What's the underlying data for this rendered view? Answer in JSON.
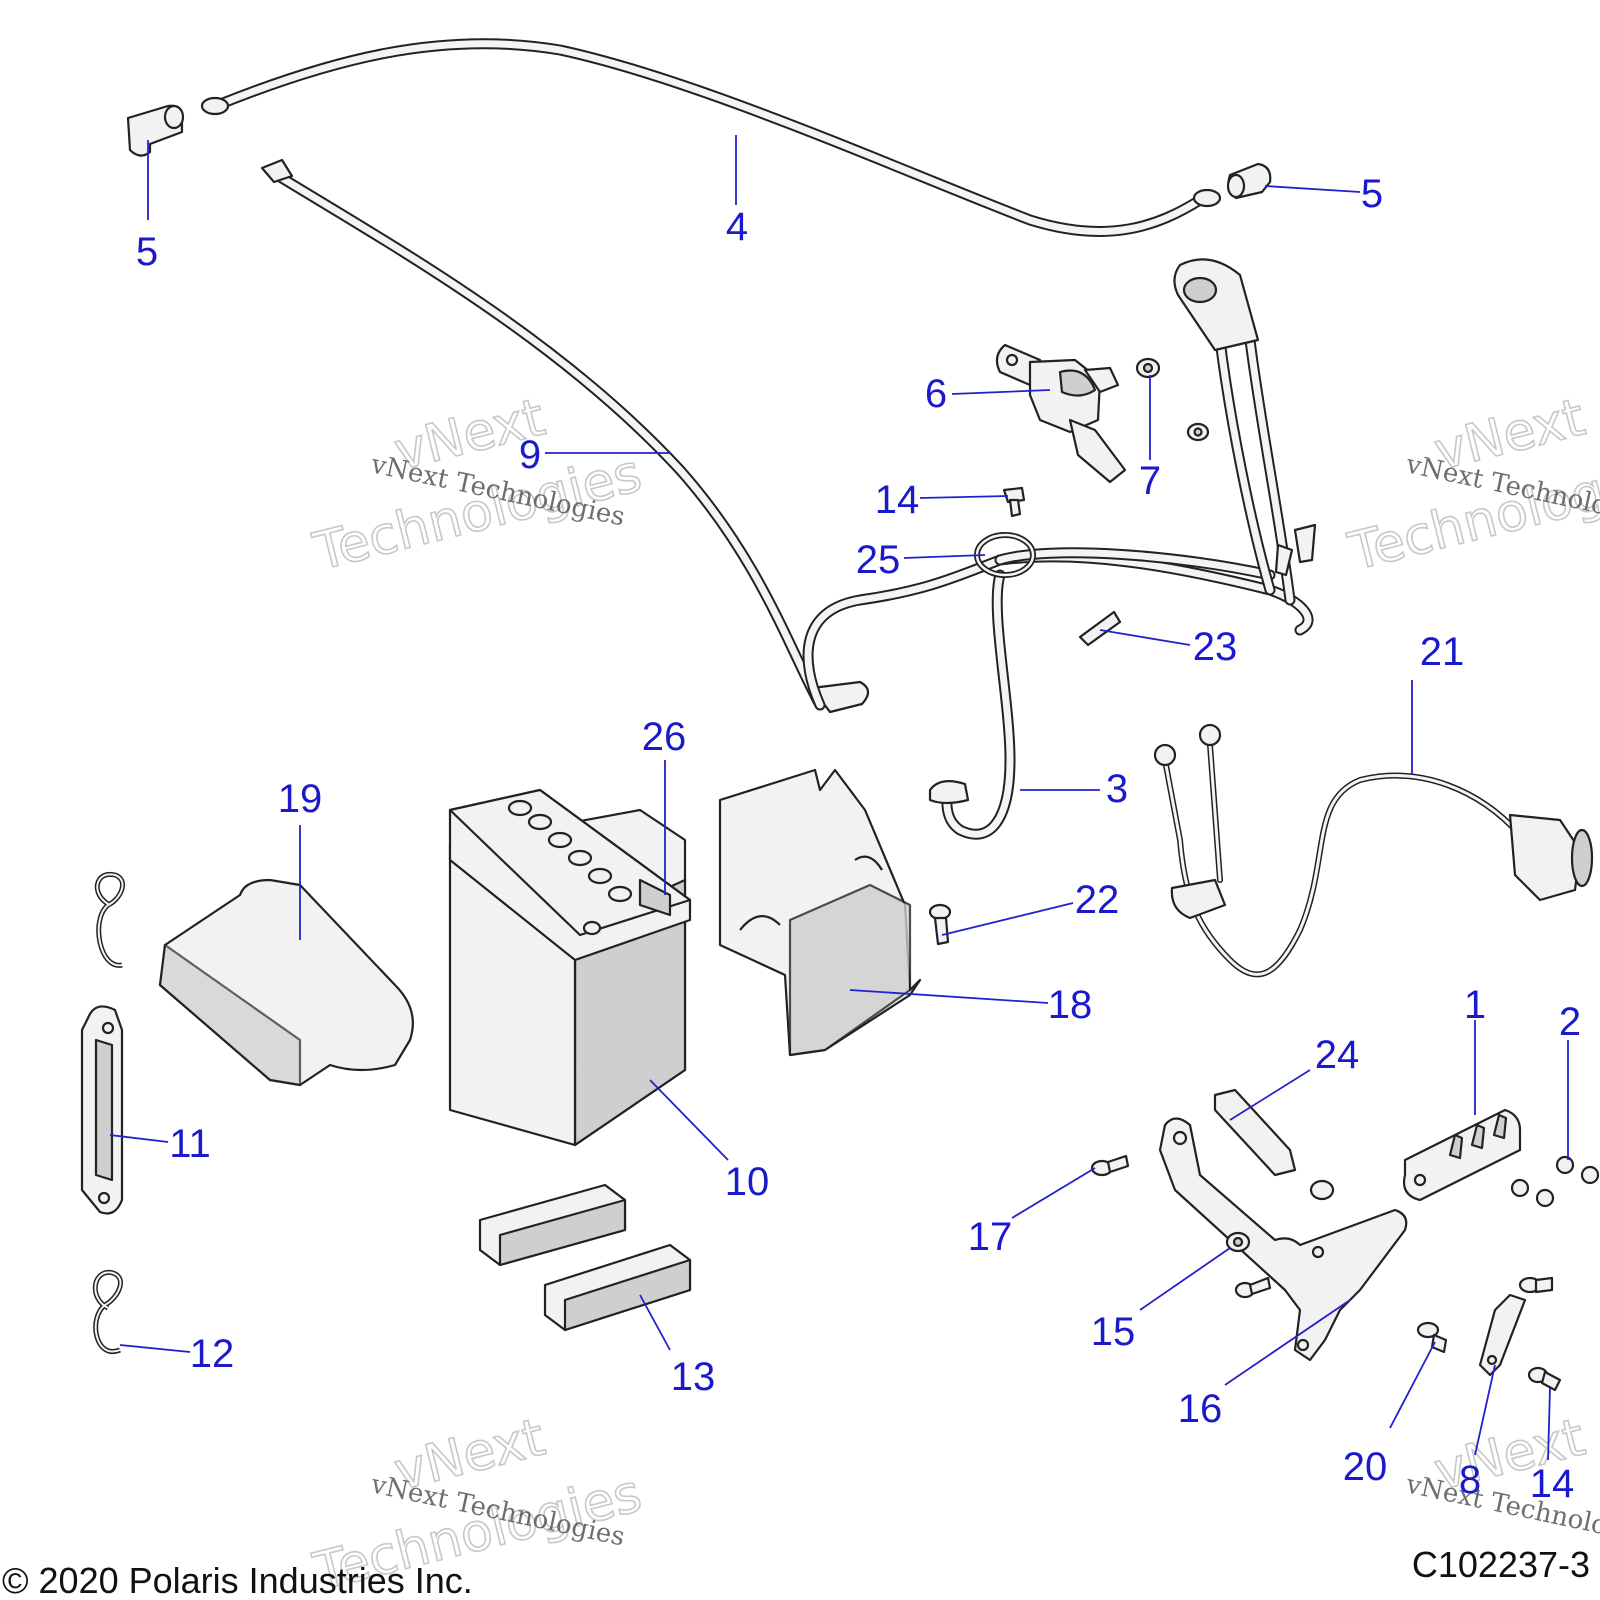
{
  "diagram": {
    "callouts": [
      "1",
      "2",
      "3",
      "4",
      "5",
      "5",
      "6",
      "7",
      "8",
      "9",
      "10",
      "11",
      "12",
      "13",
      "14",
      "14",
      "15",
      "16",
      "17",
      "18",
      "19",
      "20",
      "21",
      "22",
      "23",
      "24",
      "25",
      "26"
    ],
    "watermark": {
      "small": "vNext Technologies",
      "big_line1": "vNext",
      "big_line2": "Technologies"
    },
    "copyright": "© 2020 Polaris Industries Inc.",
    "figure_id": "C102237-3"
  }
}
